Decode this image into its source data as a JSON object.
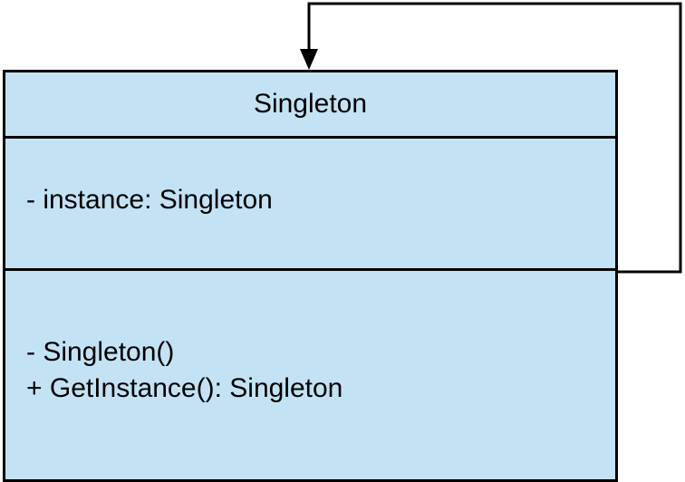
{
  "class_box": {
    "name": "Singleton",
    "attributes": [
      "- instance: Singleton"
    ],
    "operations": [
      "- Singleton()",
      "+ GetInstance(): Singleton"
    ],
    "fill_color": "#c3e3f5",
    "border_color": "#000000"
  },
  "relationship": {
    "type": "self-association",
    "arrowhead": "filled-triangle",
    "line_color": "#000000"
  }
}
